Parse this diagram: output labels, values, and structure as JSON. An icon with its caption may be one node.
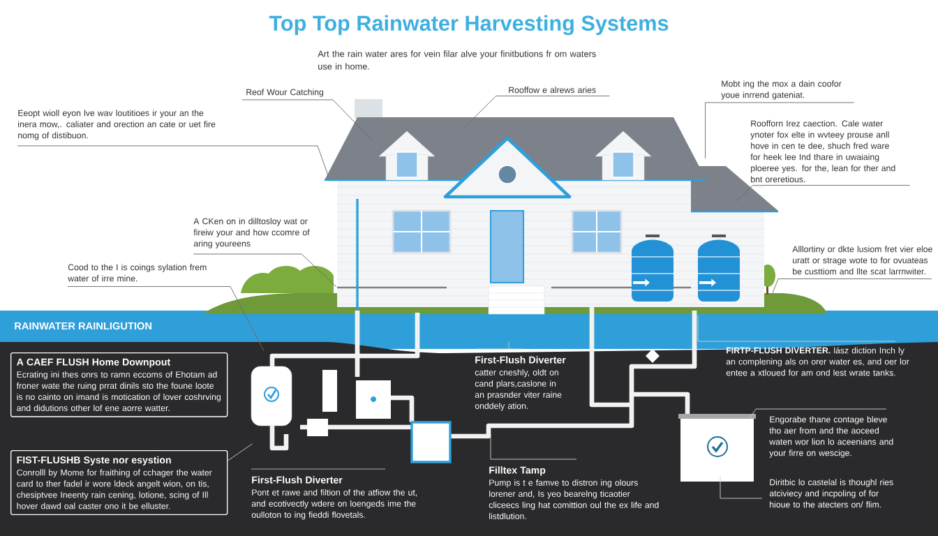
{
  "diagram": {
    "title": "Top Top Rainwater Harvesting Systems",
    "nodes": [
      {
        "text": [
          "Reof Wour Catching"
        ]
      },
      {
        "text": [
          "Rooffow e alrews aries"
        ]
      },
      {
        "text": [
          "Mobt ing the mox a dain coofor youe inrrend gateniat."
        ]
      },
      {
        "text": [
          "Eeopt wioll eyon lve wav loutitioes ir your an the inera mow,. caliater and orection an cate or uet fire nomg of distibuon."
        ]
      },
      {
        "text": [
          "Roofforn Irez caection. Cale water ynoter fox elte in wvteey prouse anll hove in cen te dee, shuch fred ware for heek lee Ind thare in uwaiaing ploeree yes. for the, lean for ther and bnt oreretious."
        ]
      },
      {
        "text": [
          "A CKen on in dilltosloy wat or fireiw your and how ccomre of aring youreens"
        ]
      },
      {
        "text": [
          "Cood to the I is coings sylation frem water of irre mine."
        ]
      },
      {
        "text": [
          "Alllortiny or dkte lusiom fret vier eloe uratt or strage wote to for ovuateas be custtiom and llte scat larrnwiter."
        ]
      },
      {
        "text": [
          "A CAEF FLUSH Home Downpout",
          "Ecrating ini thes onrs to ramn eccoms of Ehotam ad froner wate the ruing prrat dinils sto the foune loote is no cainto on imand is motication of lover coshrving and didutions other lof ene aorre watter."
        ]
      },
      {
        "text": [
          "**FIRTP-FLUSH DIVERTER.** lász diction Inch ly an complening als on orer water es, and oer lor entee a xtloued for am ond lest wrate tanks."
        ]
      },
      {
        "text": [
          "First-Flush Diverter",
          "catter cneshly, oldt on cand plars,caslone in an prasnder viter raine onddely ation."
        ]
      },
      {
        "text": [
          "FIST-FLUSHB Syste nor esystion",
          "Conrolll by Mome for fraithing of cchager the water card to ther fadel ir wore ldeck angelt wion, on tis, chesiptvee Ineenty rain cening, lotione, scing of Ill hover dawd oal caster ono it be elluster."
        ]
      },
      {
        "text": [
          "Engorabe thane contage bleve tho aer from and the aoceed waten wor lion lo aceenians and your firre on wescige."
        ]
      },
      {
        "text": [
          "Filltex Tamp",
          "Pump is t e famve to distron ing olours lorener and, Is yeo bearelng ticaotier cliceecs ling hat comittion oul the ex life and listdlution."
        ]
      },
      {
        "text": [
          "First-Flush Diverter",
          "Pont et rawe and filtion of the atfiow the ut, and ecotivectly wdere on loengeds ime the oulloton to ing fieddi flovetals."
        ]
      },
      {
        "text": [
          "Diritbic lo castelal is thoughl ries atciviecy and incpoling of for hioue to the atecters on/ flim."
        ]
      }
    ],
    "edges": [
      {
        "from": 0,
        "to": null,
        "arrow": "none"
      },
      {
        "from": 1,
        "to": null,
        "arrow": "none"
      },
      {
        "from": 2,
        "to": null,
        "arrow": "none"
      },
      {
        "from": 3,
        "to": null,
        "arrow": "none"
      },
      {
        "from": 4,
        "to": null,
        "arrow": "none"
      },
      {
        "from": 5,
        "to": null,
        "arrow": "none"
      },
      {
        "from": 6,
        "to": null,
        "arrow": "none"
      },
      {
        "from": 11,
        "to": null,
        "arrow": "none",
        "color": "#cfcfcf"
      },
      {
        "from": 13,
        "to": null,
        "arrow": "none",
        "color": "#cfcfcf"
      },
      {
        "from": 9,
        "to": null,
        "arrow": "none",
        "color": "#cfcfcf"
      },
      {
        "from": 7,
        "to": null,
        "arrow": "none"
      },
      {
        "from": 12,
        "to": null,
        "arrow": "none",
        "color": "#cfcfcf"
      },
      {
        "from": 15,
        "to": null,
        "arrow": "none",
        "color": "#cfcfcf"
      }
    ],
    "labels": [
      "Art the rain water ares for vein filar alve your finitbutions fr om waters use in home.",
      "RAINWATER RAINLIGUTION"
    ]
  }
}
